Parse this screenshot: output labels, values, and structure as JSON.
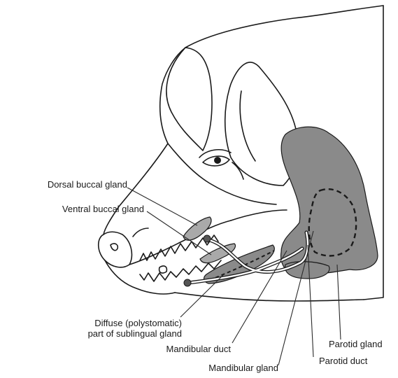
{
  "labels": {
    "dorsal_buccal": "Dorsal buccal gland",
    "ventral_buccal": "Ventral buccal gland",
    "sublingual_line1": "Diffuse (polystomatic)",
    "sublingual_line2": "part of sublingual gland",
    "mandibular_duct": "Mandibular duct",
    "mandibular_gland": "Mandibular gland",
    "parotid_gland": "Parotid gland",
    "parotid_duct": "Parotid duct"
  },
  "colors": {
    "outline": "#1a1a1a",
    "gland_fill": "#8a8a8a",
    "gland_light": "#a9a9a9",
    "leader": "#2a2a2a"
  }
}
